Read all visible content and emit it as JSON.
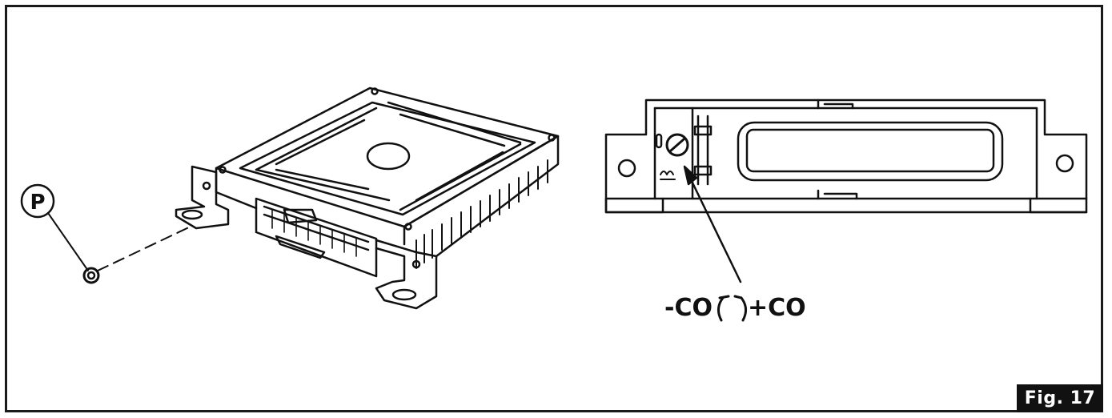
{
  "figure": {
    "label": "Fig. 17",
    "part_marker": "P",
    "adjust_label_minus": "-CO",
    "adjust_label_plus": "+CO"
  },
  "colors": {
    "ink": "#111111",
    "background": "#ffffff"
  },
  "icons": {
    "part_callout": "circle-letter-icon",
    "adjust_screw": "slotted-screw-icon",
    "rotate_arrows": "rotation-arrows-icon"
  }
}
